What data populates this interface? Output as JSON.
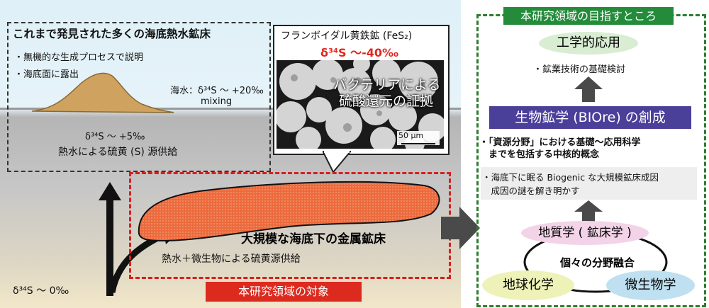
{
  "left": {
    "box_title": "これまで発見された多くの海底熱水鉱床",
    "bullet1": "・無機的な生成プロセスで説明",
    "bullet2": "・海底面に露出",
    "seawater_label": "海水：δ³⁴S ～ +20‰",
    "mixing": "mixing",
    "delta_plus5": "δ³⁴S ～ +5‰",
    "hydrothermal_sulfur": "熱水による硫黄 (S) 源供給",
    "delta_zero": "δ³⁴S ～ 0‰"
  },
  "micro": {
    "title": "フランボイダル黄鉄鉱 (FeS₂)",
    "delta": "δ³⁴S ～-40‰",
    "caption_line1": "バクテリアによる",
    "caption_line2": "硫酸還元の証拠",
    "scale": "50 μm"
  },
  "deposit": {
    "title": "大規模な海底下の金属鉱床",
    "supply": "熱水＋微生物による硫黄源供給",
    "target_label": "本研究領域の対象"
  },
  "right": {
    "header": "本研究領域の目指すところ",
    "engineering": "工学的応用",
    "mining_tech": "・鉱業技術の基礎検討",
    "biore": "生物鉱学 (BIOre) の創成",
    "concept_line1": "・「資源分野」における基礎～応用科学",
    "concept_line2": "　までを包括する中核的概念",
    "biogenic_line1": "・海底下に眠る Biogenic な大規模鉱床成因",
    "biogenic_line2": "　成因の謎を解き明かす",
    "geology": "地質学 ( 鉱床学 )",
    "fusion": "個々の分野融合",
    "geochem": "地球化学",
    "microbio": "微生物学"
  },
  "colors": {
    "red": "#d42020",
    "green": "#248b3a",
    "purple": "#4a3f99",
    "ore": "#ec6a3c",
    "mound": "#cfa35f"
  }
}
